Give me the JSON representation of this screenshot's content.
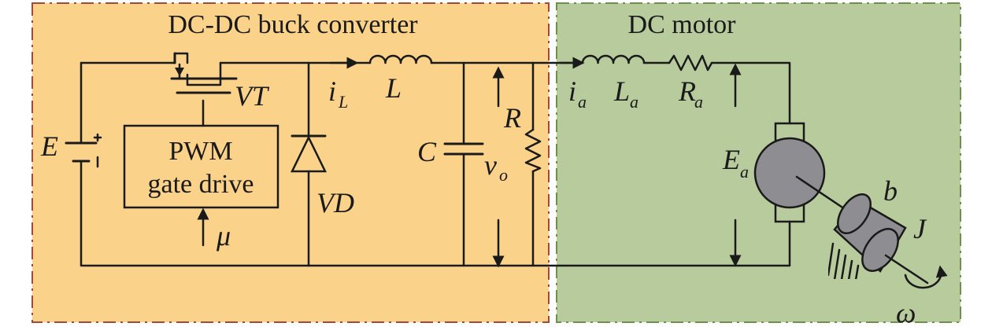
{
  "colors": {
    "converter_fill": "#fbd28a",
    "converter_border": "#a04a3a",
    "motor_fill": "#b8cb9d",
    "motor_border": "#6e8f4e",
    "wire": "#1a1a1a",
    "motor_body": "#8e8e92"
  },
  "sections": {
    "converter_title": "DC-DC buck converter",
    "motor_title": "DC motor"
  },
  "labels": {
    "source": "E",
    "switch": "VT",
    "gate_drive_line1": "PWM",
    "gate_drive_line2": "gate drive",
    "duty": "μ",
    "inductor_current": "i",
    "inductor_current_sub": "L",
    "inductor": "L",
    "diode": "VD",
    "capacitor": "C",
    "resistor": "R",
    "output_voltage": "v",
    "output_voltage_sub": "o",
    "armature_current": "i",
    "armature_current_sub": "a",
    "armature_inductance": "L",
    "armature_inductance_sub": "a",
    "armature_resistance": "R",
    "armature_resistance_sub": "a",
    "back_emf": "E",
    "back_emf_sub": "a",
    "friction": "b",
    "inertia": "J",
    "speed": "ω"
  },
  "icons": [
    "battery-icon",
    "mosfet-icon",
    "diode-icon",
    "inductor-icon",
    "capacitor-icon",
    "resistor-icon",
    "dc-motor-icon",
    "load-inertia-icon",
    "rotation-arrow-icon"
  ]
}
